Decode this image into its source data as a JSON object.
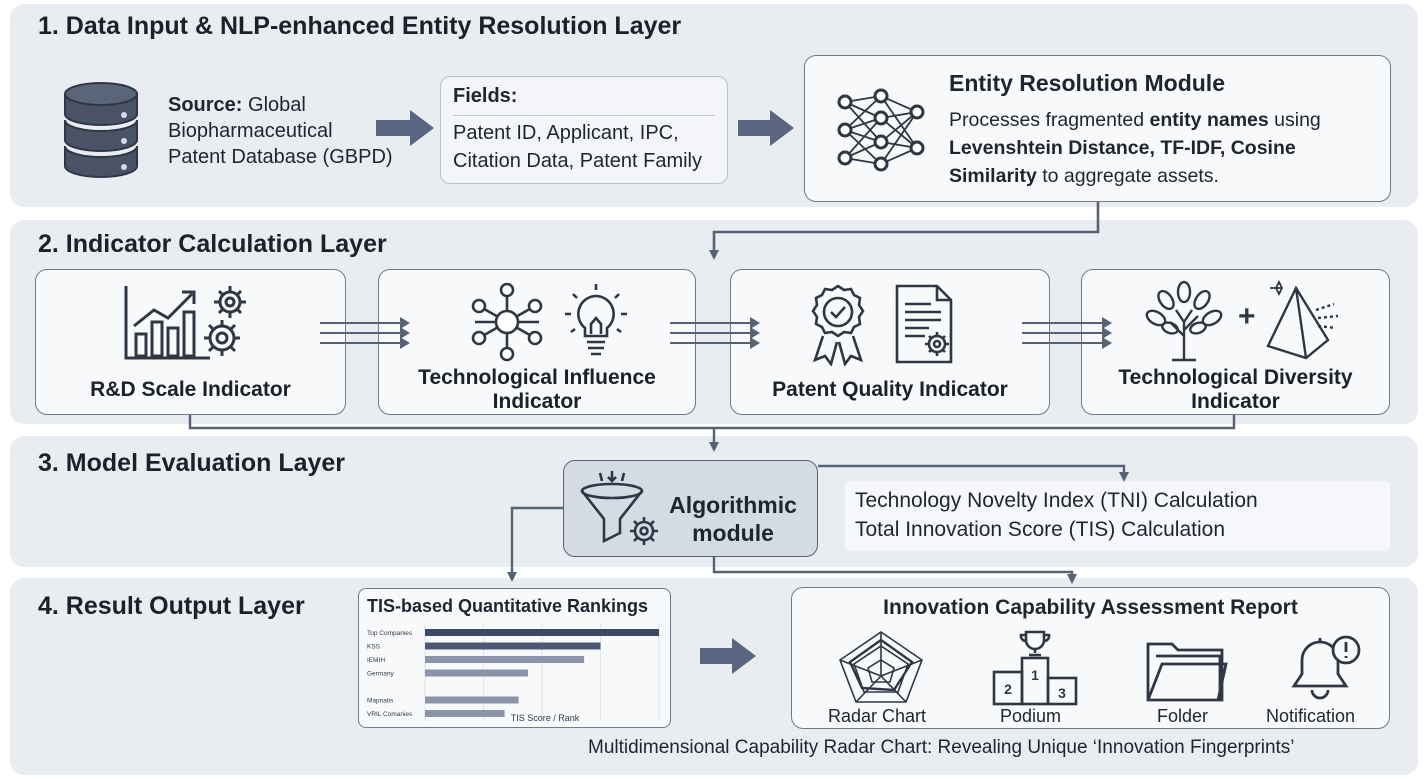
{
  "layers": {
    "l1": {
      "title": "1. Data Input & NLP-enhanced Entity Resolution Layer",
      "source_bold": "Source:",
      "source_rest": " Global",
      "source_line2": "Biopharmaceutical",
      "source_line3": "Patent Database (GBPD)",
      "fields_title": "Fields:",
      "fields_line1": "Patent ID, Applicant, IPC,",
      "fields_line2": "Citation Data, Patent Family",
      "er_title": "Entity Resolution Module",
      "er_l1a": "Processes fragmented ",
      "er_l1b": "entity names",
      "er_l1c": " using",
      "er_l2": "Levenshtein Distance, TF-IDF, Cosine",
      "er_l3a": "Similarity",
      "er_l3b": " to aggregate assets."
    },
    "l2": {
      "title": "2. Indicator Calculation Layer",
      "ind1": "R&D Scale Indicator",
      "ind2_l1": "Technological Influence",
      "ind2_l2": "Indicator",
      "ind3": "Patent Quality Indicator",
      "ind4_l1": "Technological Diversity",
      "ind4_l2": "Indicator",
      "plus": "+"
    },
    "l3": {
      "title": "3. Model Evaluation Layer",
      "algo_l1": "Algorithmic",
      "algo_l2": "module",
      "calc1": "Technology Novelty Index (TNI) Calculation",
      "calc2": "Total Innovation Score (TIS) Calculation"
    },
    "l4": {
      "title": "4. Result Output Layer",
      "rank_title": "TIS-based Quantitative Rankings",
      "report_title": "Innovation Capability Assessment Report",
      "icons": [
        "Radar Chart",
        "Podium",
        "Folder",
        "Notification"
      ],
      "podium_nums": [
        "1",
        "2",
        "3"
      ],
      "caption": "Multidimensional Capability Radar Chart: Revealing Unique ‘Innovation Fingerprints’"
    }
  },
  "chart_data": {
    "type": "bar",
    "orientation": "horizontal",
    "title": "TIS-based Quantitative Rankings",
    "xlabel": "TIS Score / Rank",
    "categories": [
      "Top Companies",
      "KSS",
      "IEMIH",
      "Germany",
      "",
      "Mapnatis",
      "VRIL Comanies"
    ],
    "values": [
      100,
      75,
      68,
      44,
      0,
      40,
      34
    ],
    "xlim": [
      0,
      100
    ],
    "bar_colors": [
      "#3c4a63",
      "#4a5873",
      "#8a94a6",
      "#8a94a6",
      "",
      "#8a94a6",
      "#8a94a6"
    ],
    "grid": true
  },
  "colors": {
    "layer_bg": "#e9ecf1",
    "box_border": "#6f7a8a",
    "arrow": "#566276",
    "accent_dark": "#3c4a63"
  }
}
